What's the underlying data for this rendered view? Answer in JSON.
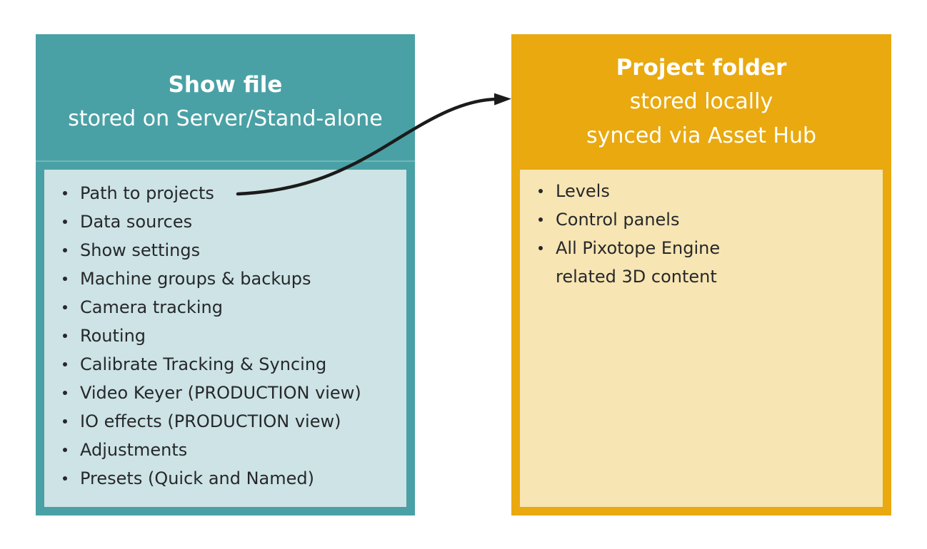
{
  "left_box": {
    "title": "Show file",
    "subtitle": "stored on Server/Stand-alone",
    "items": [
      "Path to projects",
      "Data sources",
      "Show settings",
      "Machine groups & backups",
      "Camera tracking",
      "Routing",
      "Calibrate Tracking & Syncing",
      "Video Keyer (PRODUCTION view)",
      "IO effects (PRODUCTION view)",
      "Adjustments",
      "Presets (Quick and Named)"
    ]
  },
  "right_box": {
    "title": "Project folder",
    "subtitle_line1": "stored locally",
    "subtitle_line2": "synced via Asset Hub",
    "items": [
      "Levels",
      "Control panels",
      "All Pixotope Engine\nrelated 3D content"
    ]
  },
  "arrow": {
    "from": "Path to projects",
    "to": "Project folder"
  },
  "colors": {
    "teal": "#49a1a5",
    "teal-light": "#cde3e5",
    "divider": "#6fb6b9",
    "gold": "#e9a90f",
    "gold-light": "#f7e5b3",
    "text": "#26282b",
    "arrow": "#1b1b1b"
  }
}
